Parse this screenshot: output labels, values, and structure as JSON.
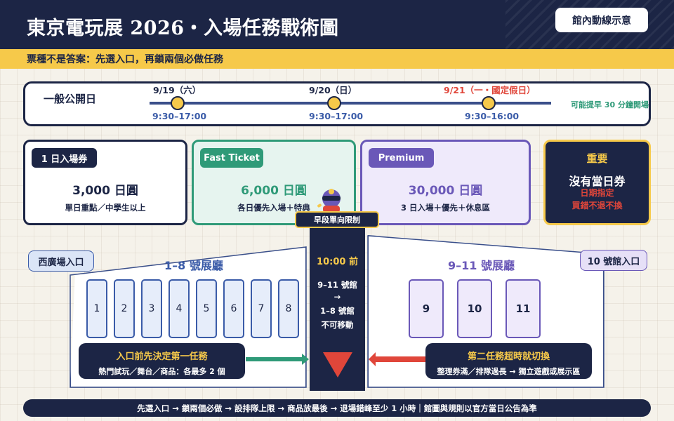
{
  "header": {
    "title": "東京電玩展 2026・入場任務戰術圖",
    "map_button": "館內動線示意",
    "subtitle": "票種不是答案：先選入口，再鎖兩個必做任務"
  },
  "dates": {
    "label": "一般公開日",
    "days": [
      {
        "date": "9/19（六）",
        "hours": "9:30–17:00",
        "holiday": false
      },
      {
        "date": "9/20（日）",
        "hours": "9:30–17:00",
        "holiday": false
      },
      {
        "date": "9/21（一・國定假日）",
        "hours": "9:30–16:00",
        "holiday": true
      }
    ],
    "early_note": "可能提早 30 分鐘開場"
  },
  "tickets": [
    {
      "tag": "1 日入場券",
      "price": "3,000 日圓",
      "desc": "單日重點／中學生以上"
    },
    {
      "tag": "Fast Ticket",
      "price": "6,000 日圓",
      "desc": "各日優先入場＋特典"
    },
    {
      "tag": "Premium",
      "price": "30,000 日圓",
      "desc": "3 日入場＋優先＋休息區"
    }
  ],
  "important": {
    "title": "重要",
    "main": "沒有當日券",
    "line1": "日期指定",
    "line2": "買錯不退不換"
  },
  "map": {
    "west_entry": "西廣場入口",
    "east_entry": "10 號館入口",
    "left_hall_title": "1–8 號展廳",
    "right_hall_title": "9–11 號展廳",
    "left_booths": [
      "1",
      "2",
      "3",
      "4",
      "5",
      "6",
      "7",
      "8"
    ],
    "right_booths": [
      "9",
      "10",
      "11"
    ],
    "left_note": {
      "title": "入口前先決定第一任務",
      "desc": "熱門試玩／舞台／商品：各最多 2 個"
    },
    "right_note": {
      "title": "第二任務超時就切換",
      "desc": "整理券滿／排隊過長 → 獨立遊戲或展示區"
    },
    "limit_tag": "早段單向限制",
    "center": {
      "time": "10:00 前",
      "line1": "9–11 號館",
      "arrow": "→",
      "line2": "1–8 號館",
      "line3": "不可移動"
    }
  },
  "footer": "先選入口 → 鎖兩個必做 → 設排隊上限 → 商品放最後 → 退場錯峰至少 1 小時｜館圖與規則以官方當日公告為準",
  "colors": {
    "navy": "#1c2545",
    "yellow": "#f6c94a",
    "teal": "#2f9a78",
    "purple": "#6a58b8",
    "red": "#e0463a"
  }
}
